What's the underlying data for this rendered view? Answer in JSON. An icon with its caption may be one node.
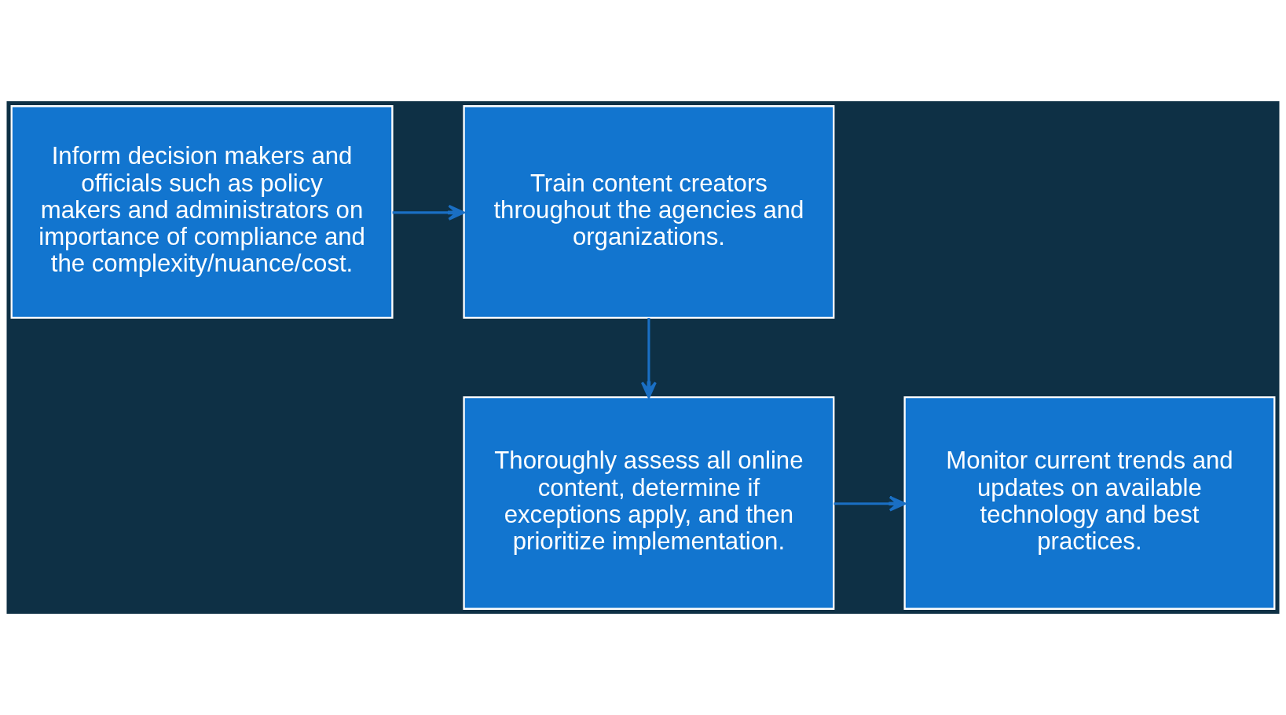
{
  "diagram": {
    "nodes": [
      {
        "text": [
          "Inform decision makers and officials such as policy makers and administrators on importance of compliance and the complexity/nuance/cost."
        ]
      },
      {
        "text": [
          "Train content creators throughout the agencies and organizations."
        ]
      },
      {
        "text": [
          "Thoroughly assess all online content, determine if exceptions apply, and then prioritize implementation."
        ]
      },
      {
        "text": [
          "Monitor current trends and updates on available technology and best practices."
        ]
      }
    ],
    "edges": [
      {
        "from": 0,
        "to": 1,
        "arrow": "to"
      },
      {
        "from": 1,
        "to": 2,
        "arrow": "to"
      },
      {
        "from": 2,
        "to": 3,
        "arrow": "to"
      }
    ]
  }
}
